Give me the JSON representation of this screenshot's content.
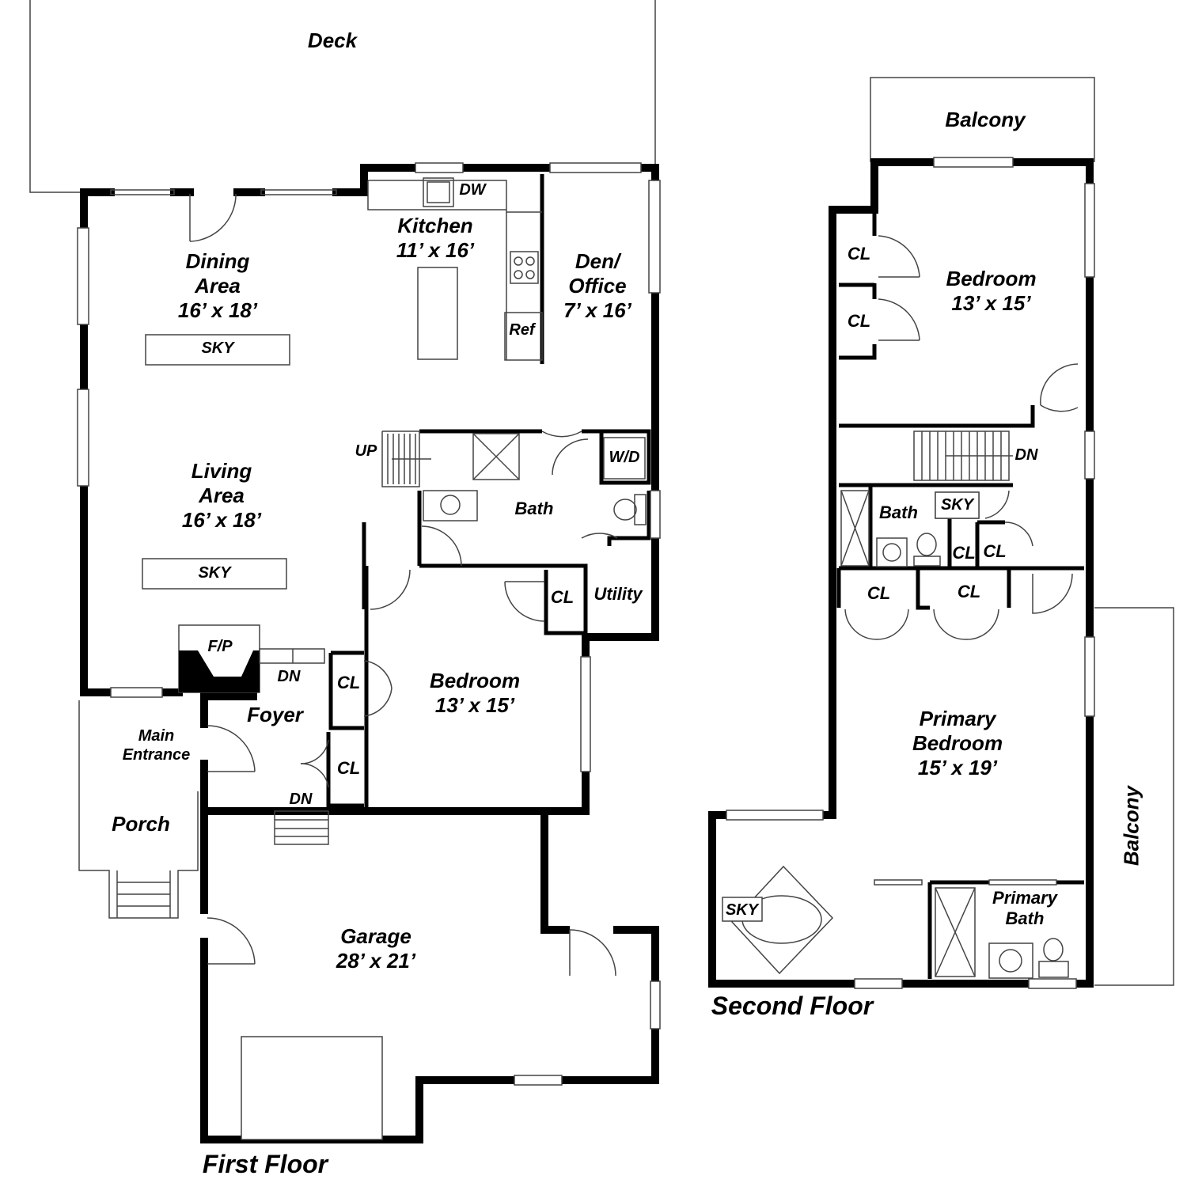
{
  "colors": {
    "wall": "#000000",
    "thin": "#444444",
    "background": "#ffffff"
  },
  "first_floor": {
    "title": "First Floor",
    "deck": "Deck",
    "kitchen": {
      "name": "Kitchen",
      "size": "11’ x 16’",
      "dw": "DW",
      "ref": "Ref"
    },
    "dining": {
      "name1": "Dining",
      "name2": "Area",
      "size": "16’ x 18’",
      "sky": "SKY"
    },
    "den": {
      "name1": "Den/",
      "name2": "Office",
      "size": "7’ x 16’"
    },
    "living": {
      "name1": "Living",
      "name2": "Area",
      "size": "16’ x 18’",
      "sky": "SKY"
    },
    "stairs_up": "UP",
    "wd": "W/D",
    "bath": "Bath",
    "cl_hall": "CL",
    "utility": "Utility",
    "fireplace": "F/P",
    "foyer_dn": "DN",
    "foyer": "Foyer",
    "cl_foyer1": "CL",
    "cl_foyer2": "CL",
    "bedroom": {
      "name": "Bedroom",
      "size": "13’ x 15’"
    },
    "main_entrance1": "Main",
    "main_entrance2": "Entrance",
    "porch": "Porch",
    "garage_dn": "DN",
    "garage": {
      "name": "Garage",
      "size": "28’ x 21’"
    }
  },
  "second_floor": {
    "title": "Second Floor",
    "balcony_top": "Balcony",
    "balcony_side": "Balcony",
    "cl_a": "CL",
    "cl_b": "CL",
    "bedroom": {
      "name": "Bedroom",
      "size": "13’ x 15’"
    },
    "stairs_dn": "DN",
    "bath": "Bath",
    "sky": "SKY",
    "cl_c": "CL",
    "cl_d": "CL",
    "cl_e": "CL",
    "cl_f": "CL",
    "primary_bedroom": {
      "name1": "Primary",
      "name2": "Bedroom",
      "size": "15’ x 19’"
    },
    "sky_bath": "SKY",
    "primary_bath1": "Primary",
    "primary_bath2": "Bath"
  }
}
